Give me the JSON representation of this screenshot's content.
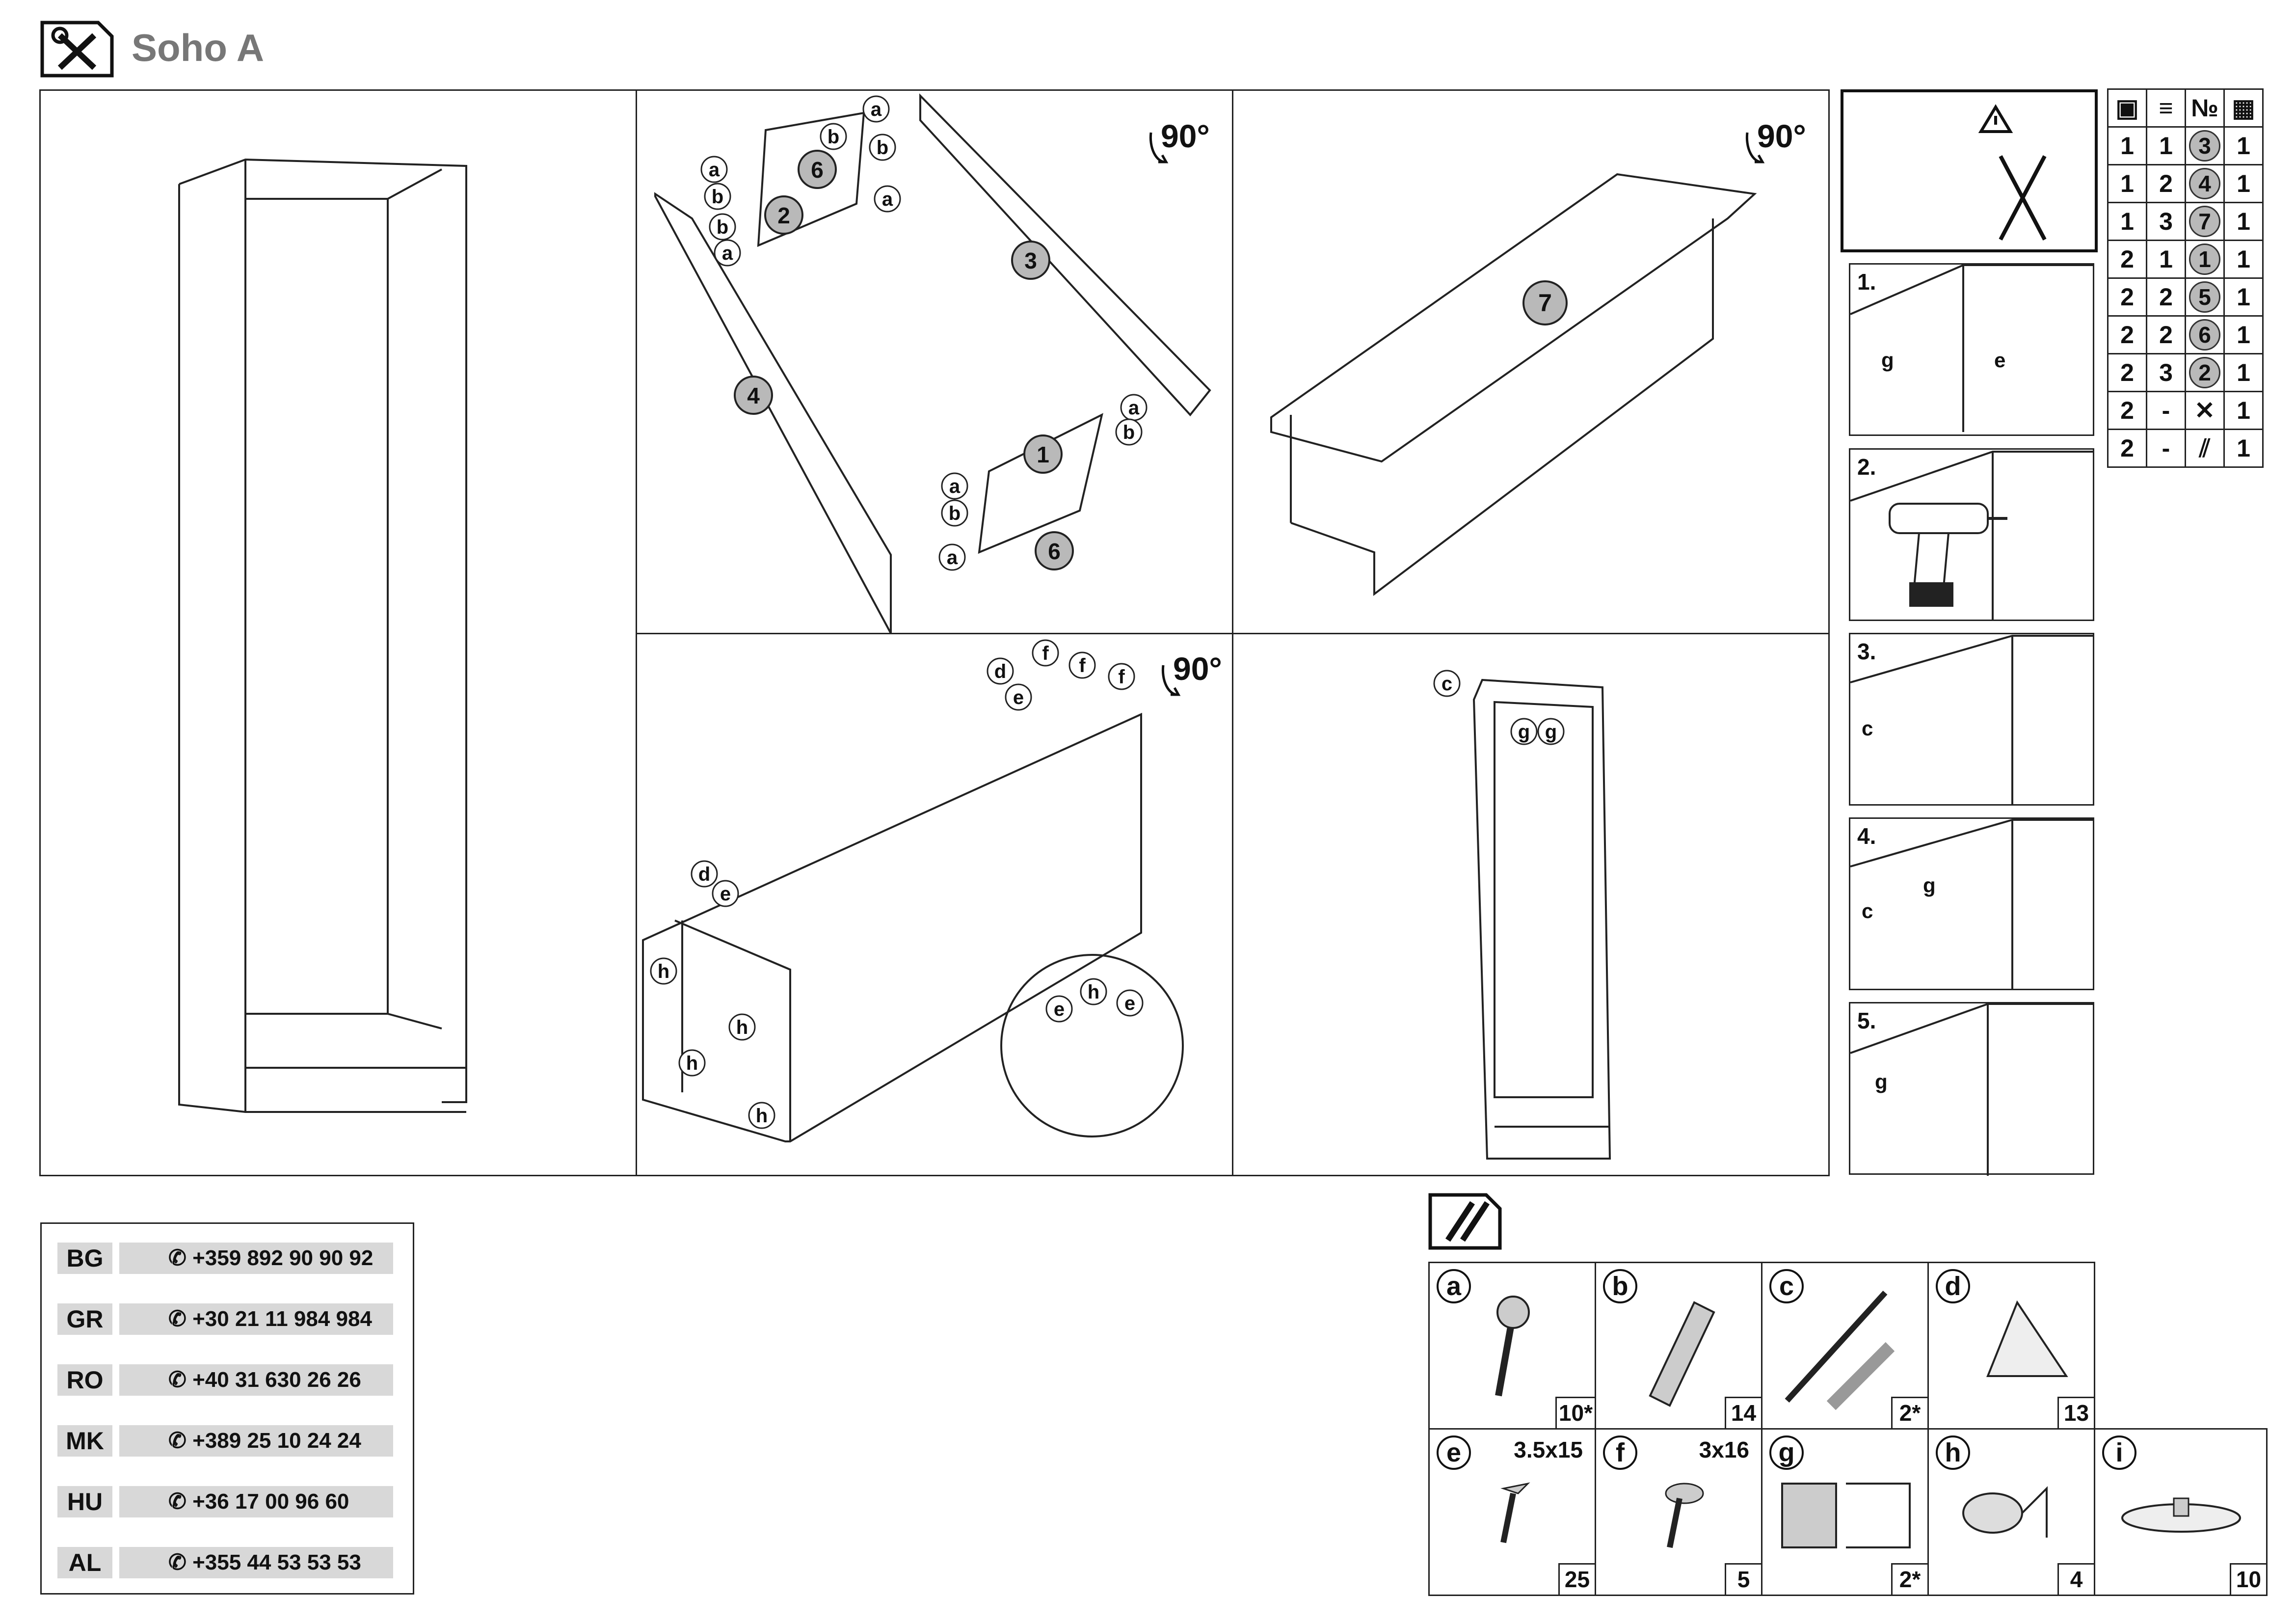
{
  "header": {
    "title": "Soho A",
    "icon": "tools-icon"
  },
  "steps": {
    "rotate_label": "90°",
    "panels_top": [
      "6",
      "2",
      "3",
      "4",
      "1",
      "6"
    ],
    "panel_7": "7",
    "fitting_letters": {
      "a": "a",
      "b": "b",
      "c": "c",
      "d": "d",
      "e": "e",
      "f": "f",
      "g": "g",
      "h": "h"
    }
  },
  "warning": {
    "icon": "warning-icon"
  },
  "parts_table": {
    "header_icons": [
      "box-icon",
      "layers-icon",
      "number-sign-icon",
      "count-icon"
    ],
    "header_number_sign": "№",
    "rows": [
      {
        "c1": "1",
        "c2": "1",
        "c3": "3",
        "c4": "1"
      },
      {
        "c1": "1",
        "c2": "2",
        "c3": "4",
        "c4": "1"
      },
      {
        "c1": "1",
        "c2": "3",
        "c3": "7",
        "c4": "1"
      },
      {
        "c1": "2",
        "c2": "1",
        "c3": "1",
        "c4": "1"
      },
      {
        "c1": "2",
        "c2": "2",
        "c3": "5",
        "c4": "1"
      },
      {
        "c1": "2",
        "c2": "2",
        "c3": "6",
        "c4": "1"
      },
      {
        "c1": "2",
        "c2": "3",
        "c3": "2",
        "c4": "1"
      },
      {
        "c1": "2",
        "c2": "-",
        "c3": "tools-icon",
        "c4": "1"
      },
      {
        "c1": "2",
        "c2": "-",
        "c3": "hardware-icon",
        "c4": "1"
      }
    ]
  },
  "wall_steps": [
    {
      "label": "1.",
      "letters": [
        "g",
        "e"
      ]
    },
    {
      "label": "2.",
      "letters": []
    },
    {
      "label": "3.",
      "letters": [
        "c"
      ]
    },
    {
      "label": "4.",
      "letters": [
        "c",
        "g"
      ]
    },
    {
      "label": "5.",
      "letters": [
        "g"
      ]
    }
  ],
  "phones": [
    {
      "code": "BG",
      "number": "+359 892 90 90 92"
    },
    {
      "code": "GR",
      "number": "+30 21 11 984 984"
    },
    {
      "code": "RO",
      "number": "+40 31 630 26 26"
    },
    {
      "code": "MK",
      "number": "+389 25 10 24 24"
    },
    {
      "code": "HU",
      "number": "+36 17 00 96 60"
    },
    {
      "code": "AL",
      "number": "+355 44 53 53 53"
    }
  ],
  "hardware": [
    {
      "letter": "a",
      "qty": "10*",
      "size": ""
    },
    {
      "letter": "b",
      "qty": "14",
      "size": ""
    },
    {
      "letter": "c",
      "qty": "2*",
      "size": ""
    },
    {
      "letter": "d",
      "qty": "13",
      "size": ""
    },
    {
      "letter": "e",
      "qty": "25",
      "size": "3.5x15"
    },
    {
      "letter": "f",
      "qty": "5",
      "size": "3x16"
    },
    {
      "letter": "g",
      "qty": "2*",
      "size": ""
    },
    {
      "letter": "h",
      "qty": "4",
      "size": ""
    },
    {
      "letter": "i",
      "qty": "10",
      "size": ""
    }
  ],
  "hardware_header_icon": "hardware-icon"
}
